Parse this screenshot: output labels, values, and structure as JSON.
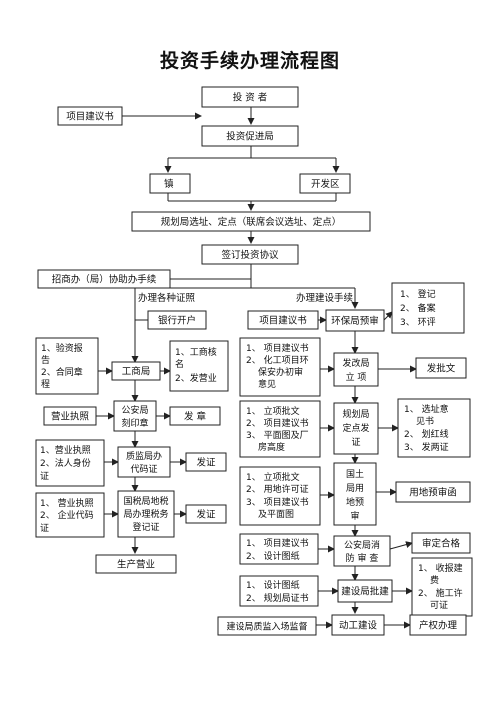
{
  "title": "投资手续办理流程图",
  "boxes": {
    "investor": "投 资 者",
    "proposal": "项目建议书",
    "promotion_bureau": "投资促进局",
    "town": "镇",
    "dev_zone": "开发区",
    "planning_siting": "规划局选址、定点（联席会议选址、定点）",
    "sign_agreement": "签订投资协议",
    "merchants_office": "招商办（局）协助办手续",
    "bank_account": "银行开户",
    "proposal_env": "项目建议书",
    "env_bureau": "环保局预审",
    "env_results": [
      "1、 登记",
      "2、 备案",
      "3、 环评"
    ],
    "verify_capital": [
      "1、验资报",
      "告",
      "2、合同章",
      "程"
    ],
    "aic": "工商局",
    "aic_results": [
      "1、工商核",
      "名",
      "2、发营业"
    ],
    "dev_inputs": [
      "1、 项目建议书",
      "2、 化工项目环",
      "保安办初审",
      "意见"
    ],
    "dev_bureau": [
      "发改局",
      "立   项"
    ],
    "approval_doc": "发批文",
    "business_license": "营业执照",
    "police_seal": [
      "公安局",
      "刻印章"
    ],
    "seal_issue": "发 章",
    "plan_inputs": [
      "1、 立项批文",
      "2、 项目建议书",
      "3、 平面图及厂",
      "房高度"
    ],
    "planning_bureau": [
      "规划局",
      "定点发",
      "证"
    ],
    "planning_results": [
      "1、 选址意",
      "见书",
      "2、 划红线",
      "3、 发两证"
    ],
    "quality_inputs": [
      "1、营业执照",
      "2、法人身份",
      "证"
    ],
    "quality_bureau": [
      "质监局办",
      "代码证"
    ],
    "cert_issue_1": "发证",
    "land_inputs": [
      "1、 立项批文",
      "2、 用地许可证",
      "3、 项目建议书",
      "及平面图"
    ],
    "land_bureau": [
      "国土",
      "局用",
      "地预",
      "审"
    ],
    "land_letter": "用地预审函",
    "tax_inputs": [
      "1、 营业执照",
      "2、 企业代码",
      "证"
    ],
    "tax_bureau": [
      "国税局地税",
      "局办理税务",
      "登记证"
    ],
    "cert_issue_2": "发证",
    "production": "生产营业",
    "fire_inputs": [
      "1、 项目建议书",
      "2、 设计图纸"
    ],
    "fire_bureau": [
      "公安局消",
      "防  审  查"
    ],
    "review_ok": "审定合格",
    "construction_inputs": [
      "1、 设计图纸",
      "2、 规划局证书"
    ],
    "construction_bureau": "建设局批建",
    "construction_results": [
      "1、 收报建",
      "费",
      "2、 施工许",
      "可证"
    ],
    "quality_supervision": "建设局质监入场监督",
    "start_construction": "动工建设",
    "property_title": "产权办理"
  },
  "branch_labels": {
    "certificates": "办理各种证照",
    "construction": "办理建设手续"
  }
}
